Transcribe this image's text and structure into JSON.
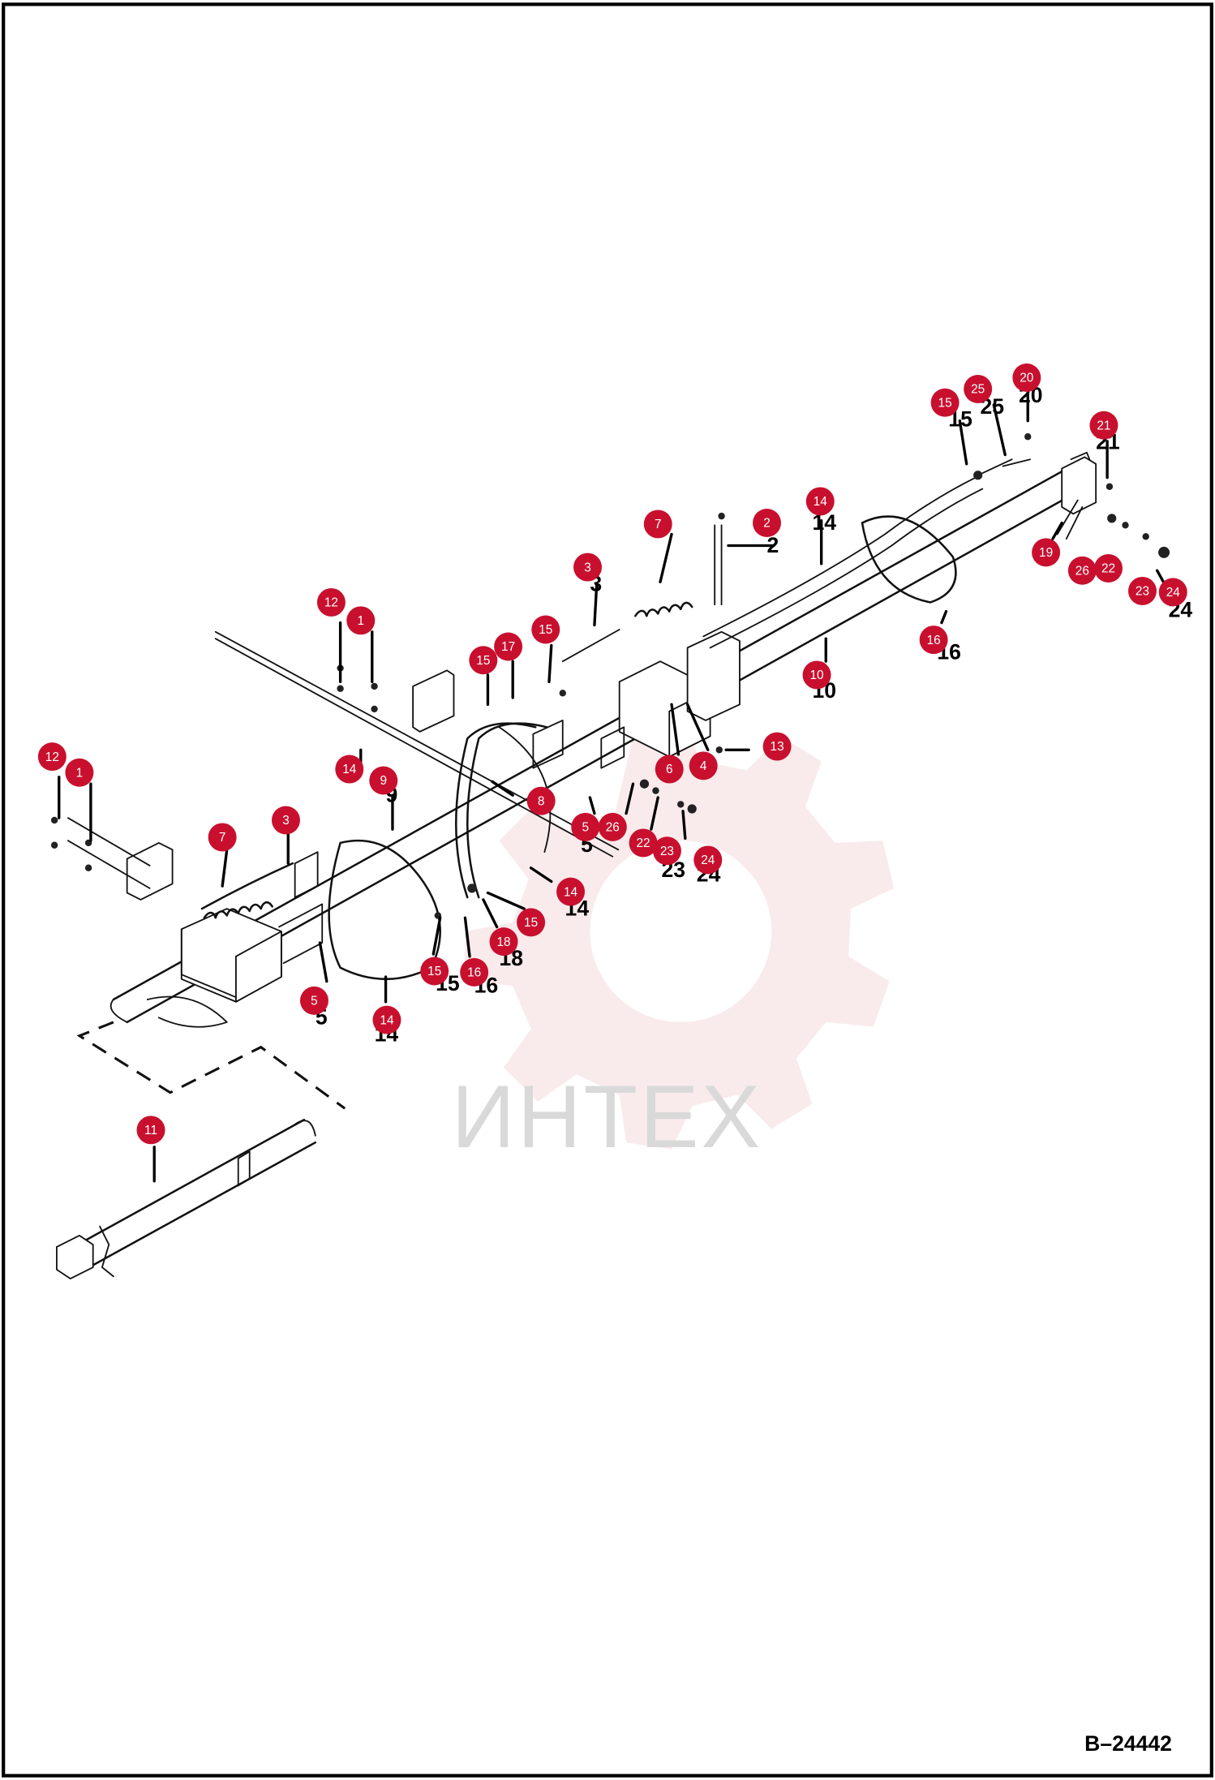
{
  "drawing": {
    "id": "B–24442",
    "watermark": "ИНТЕХ"
  },
  "colors": {
    "callout": "#c8102e",
    "line": "#111111",
    "watermark": "#e8b7b7"
  },
  "callouts": [
    "12",
    "1",
    "12",
    "1",
    "7",
    "3",
    "14",
    "9",
    "15",
    "17",
    "15",
    "3",
    "7",
    "2",
    "14",
    "10",
    "16",
    "15",
    "25",
    "20",
    "21",
    "19",
    "26",
    "22",
    "23",
    "24",
    "13",
    "6",
    "4",
    "8",
    "5",
    "26",
    "22",
    "23",
    "24",
    "14",
    "15",
    "18",
    "15",
    "16",
    "5",
    "14",
    "11"
  ],
  "part_labels": [
    "2",
    "14",
    "10",
    "16",
    "15",
    "25",
    "20",
    "21",
    "24",
    "3",
    "5",
    "23",
    "24",
    "14",
    "16",
    "15",
    "18",
    "5",
    "14",
    "9"
  ]
}
